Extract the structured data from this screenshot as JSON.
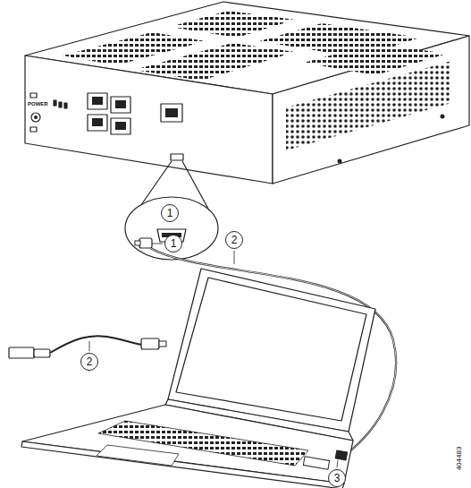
{
  "diagram": {
    "nodes": [
      {
        "text": [
          "1"
        ]
      },
      {
        "text": [
          "1"
        ]
      },
      {
        "text": [
          "2"
        ]
      },
      {
        "text": [
          "2"
        ]
      },
      {
        "text": [
          "3"
        ]
      }
    ],
    "labels": [
      "POWER",
      "404483"
    ]
  }
}
